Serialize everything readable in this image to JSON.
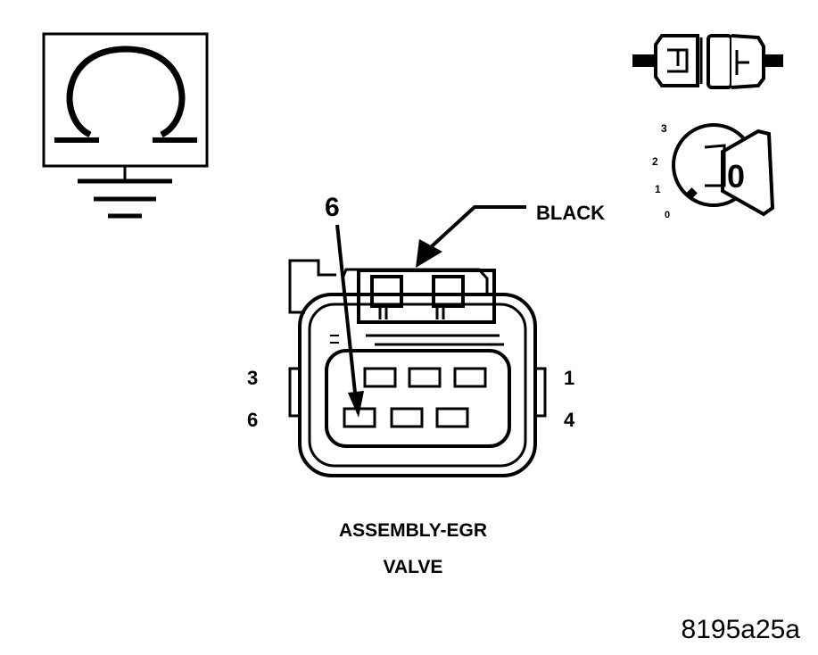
{
  "connector": {
    "color_label": "BLACK",
    "probe_pin": "6",
    "pin_labels": {
      "top_left": "3",
      "top_right": "1",
      "bottom_left": "6",
      "bottom_right": "4"
    }
  },
  "caption": {
    "line1": "ASSEMBLY-EGR",
    "line2": "VALVE"
  },
  "figure_id": "8195a25a",
  "ignition_key": {
    "positions": [
      "3",
      "2",
      "1",
      "0"
    ],
    "selected": "0",
    "key_label": "0"
  },
  "icons": {
    "ohmmeter": "ohm-meter-icon",
    "ground": "ground-icon",
    "disconnect": "connector-disconnect-icon",
    "ignition": "ignition-key-off-icon"
  },
  "colors": {
    "ink": "#000000",
    "background": "#ffffff"
  }
}
